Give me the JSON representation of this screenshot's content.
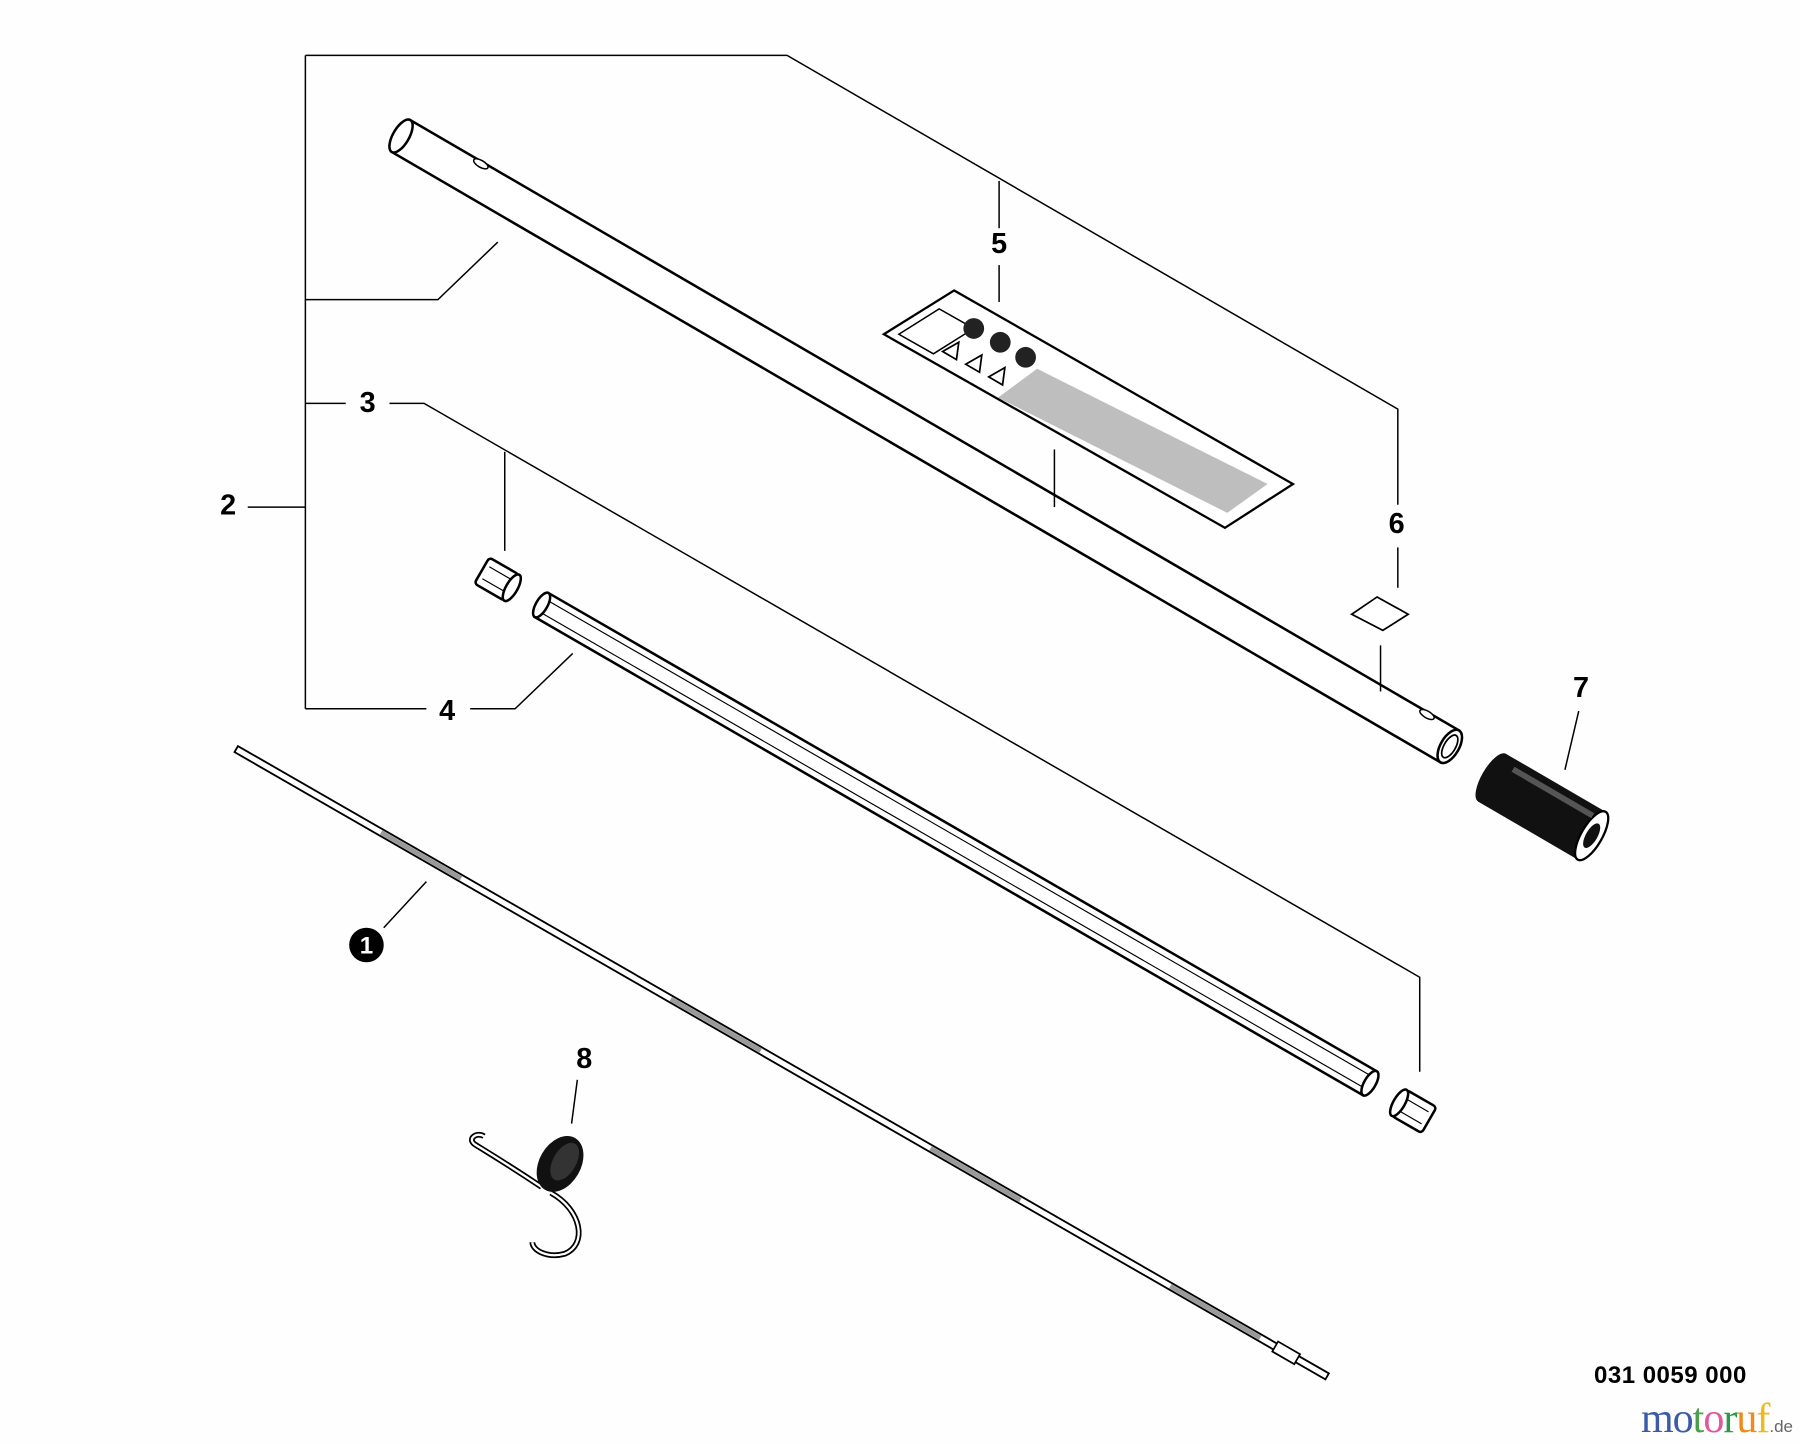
{
  "callouts": {
    "c1": "1",
    "c2": "2",
    "c3": "3",
    "c4": "4",
    "c5": "5",
    "c6": "6",
    "c7": "7",
    "c8": "8"
  },
  "diagram_number": "031 0059 000",
  "watermark": {
    "letters": [
      "m",
      "o",
      "t",
      "o",
      "r",
      "u",
      "f"
    ],
    "suffix": ".de",
    "colors": [
      "#3b5aa8",
      "#3b5aa8",
      "#4aa04a",
      "#e05a9a",
      "#2a9a4a",
      "#f08a1a",
      "#f0b81a"
    ]
  }
}
